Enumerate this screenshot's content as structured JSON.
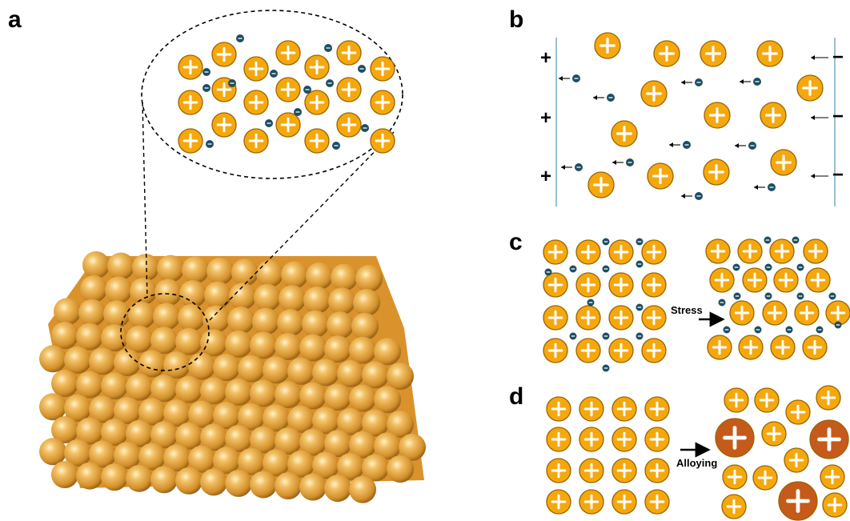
{
  "panels": {
    "a": {
      "label": "a"
    },
    "b": {
      "label": "b",
      "left_sign": "+",
      "right_sign": "−"
    },
    "c": {
      "label": "c",
      "arrow_text": "Stress"
    },
    "d": {
      "label": "d",
      "arrow_text": "Alloying"
    }
  },
  "colors": {
    "cation": "#f5a80e",
    "cation_edge": "#9a6400",
    "electron": "#1d4e63",
    "alloy_atom": "#c65a1a",
    "cluster_atom": "#e6a53f",
    "electrode_line": "#6aa6c0"
  },
  "icons": {
    "cation": "plus-circle-icon",
    "electron": "minus-dot-icon",
    "arrow": "arrow-right-icon"
  }
}
